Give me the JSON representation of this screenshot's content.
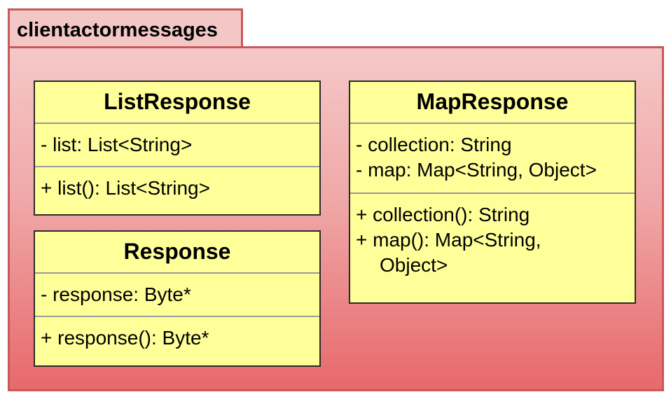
{
  "package": {
    "name": "clientactormessages"
  },
  "classes": {
    "list_response": {
      "name": "ListResponse",
      "attributes": [
        "- list: List<String>"
      ],
      "operations": [
        "+ list(): List<String>"
      ]
    },
    "response": {
      "name": "Response",
      "attributes": [
        "- response: Byte*"
      ],
      "operations": [
        "+ response(): Byte*"
      ]
    },
    "map_response": {
      "name": "MapResponse",
      "attributes": [
        "- collection: String",
        "- map: Map<String, Object>"
      ],
      "operations": [
        "+ collection(): String",
        "+ map(): Map<String,",
        "Object>"
      ]
    }
  },
  "colors": {
    "package_border": "#c9585a",
    "package_fill_top": "#f5c8c8",
    "package_fill_bottom": "#e7696b",
    "class_fill": "#ffff9a"
  }
}
